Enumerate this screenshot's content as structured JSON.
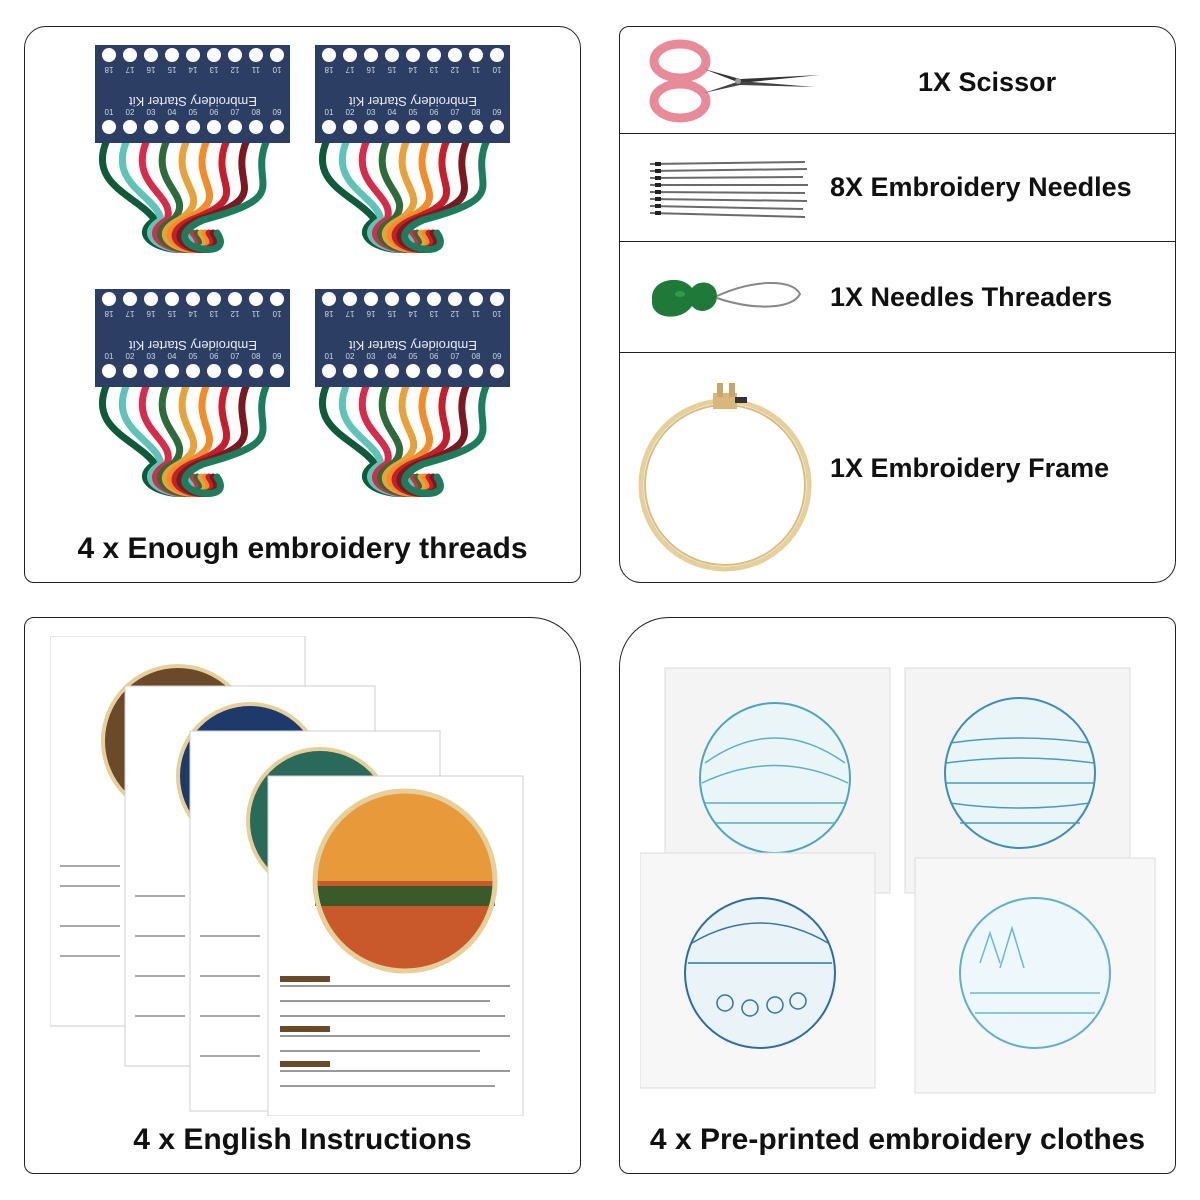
{
  "threads_panel": {
    "caption": "4 x Enough embroidery threads",
    "card_title": "Embroidery Starter Kit",
    "card_numbers_top": [
      "18",
      "17",
      "16",
      "15",
      "14",
      "13",
      "12",
      "11",
      "10"
    ],
    "card_numbers_bottom": [
      "01",
      "02",
      "03",
      "04",
      "05",
      "06",
      "07",
      "08",
      "09"
    ],
    "card_color": "#2c3e63",
    "thread_colors": [
      "#0f5a3a",
      "#5fc4b8",
      "#d62b4a",
      "#2e6b3a",
      "#e8a23a",
      "#f28c28",
      "#c61f2b",
      "#7a1a20",
      "#1c7c5c"
    ]
  },
  "tools_panel": {
    "items": [
      {
        "icon": "scissors-icon",
        "label": "1X Scissor"
      },
      {
        "icon": "needles-icon",
        "label": "8X Embroidery Needles"
      },
      {
        "icon": "needle-threader-icon",
        "label": "1X Needles Threaders"
      },
      {
        "icon": "embroidery-hoop-icon",
        "label": "1X Embroidery Frame"
      }
    ]
  },
  "instructions_panel": {
    "caption": "4 x English Instructions"
  },
  "cloth_panel": {
    "caption": "4 x Pre-printed embroidery clothes"
  }
}
